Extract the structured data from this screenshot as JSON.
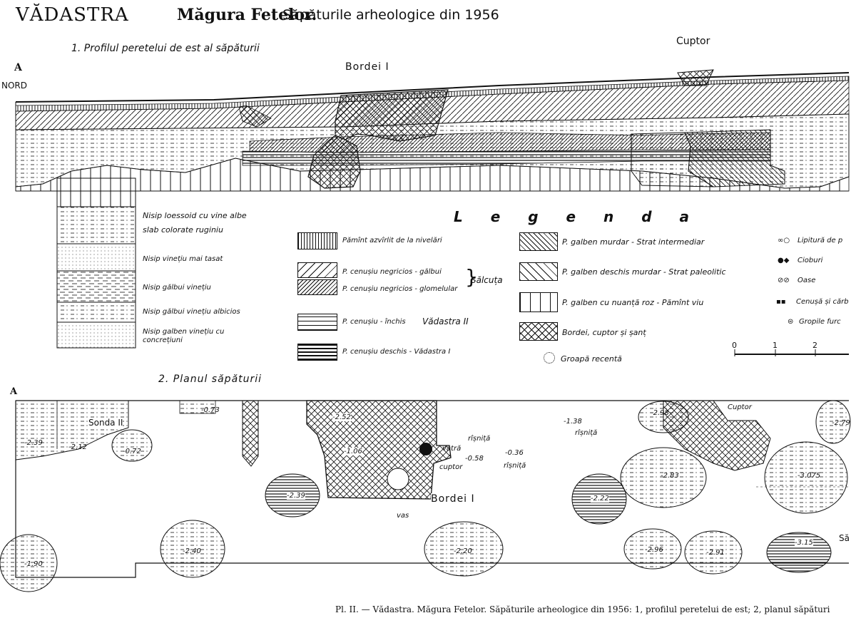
{
  "header": {
    "site": "VĂDASTRA",
    "place": "Măgura Fetelor.",
    "subtitle": "Săpăturile arheologice din 1956"
  },
  "section1": {
    "title": "1. Profilul peretelui de est al săpăturii",
    "marker": "A",
    "north": "NORD",
    "bordei": "Bordei I",
    "cuptor": "Cuptor"
  },
  "column_labels": [
    "Nisip loessoid cu vine albe",
    "slab colorate ruginiu",
    "Nisip vinețiu mai tasat",
    "Nisip gălbui vinețiu",
    "Nisip gălbui vinețiu albicios",
    "Nisip galben vinețiu cu",
    "concrețiuni"
  ],
  "legend": {
    "title": "L e g e n d a",
    "items": [
      "Pămînt azvîrlit de la nivelări",
      "P. cenușiu negricios - gălbui",
      "P. cenușiu negricios - glomelular",
      "P. cenușiu - închis",
      "P. cenușiu deschis - Vădastra I",
      "P. galben murdar - Strat intermediar",
      "P. galben deschis murdar - Strat paleolitic",
      "P. galben cu nuanță roz - Pămînt viu",
      "Bordei, cuptor și șanț",
      "Groapă recentă"
    ],
    "group_salcuta": "Sălcuța",
    "group_vadastra2": "Vădastra II",
    "symbols": [
      "Lipitură de p",
      "Cioburi",
      "Oase",
      "Cenușă și cărb",
      "Gropile furc"
    ],
    "scale": [
      "0",
      "1",
      "2"
    ]
  },
  "section2": {
    "title": "2. Planul săpăturii",
    "marker": "A",
    "sonda": "Sonda II",
    "bordei": "Bordei I",
    "cuptor": "Cuptor",
    "small_labels": [
      "vatră",
      "rîșniță",
      "cuptor",
      "rîșniță",
      "rîșniță",
      "vas",
      "Să"
    ],
    "depths": [
      "-2.39",
      "-2.12",
      "-0.73",
      "-0.72",
      "-2.52",
      "-1.06",
      "-0.58",
      "-0.36",
      "-1.38",
      "-2.98",
      "-2.79",
      "-2.83",
      "-3.075",
      "-2.22",
      "-2.39",
      "-2.40",
      "-2.20",
      "-2.96",
      "-2.91",
      "-3.15",
      "-1.90"
    ]
  },
  "caption": "Pl. II. — Vădastra. Măgura Fetelor. Săpăturile arheologice din 1956: 1, profilul peretelui de est; 2, planul săpături"
}
